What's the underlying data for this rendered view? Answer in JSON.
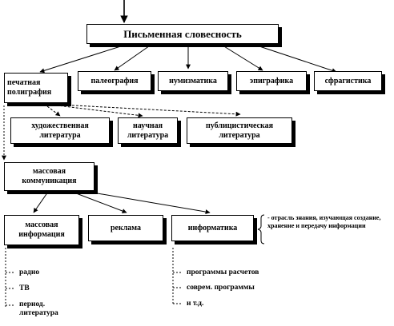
{
  "root": {
    "label": "Письменная словесность"
  },
  "level1": {
    "pechat": "печатная полиграфия",
    "paleografia": "палеография",
    "numizmatika": "нумизматика",
    "epigrafika": "эпиграфика",
    "sfragistika": "сфрагистика"
  },
  "level2": {
    "hudozh": "художественная литература",
    "nauch": "научная литература",
    "publ": "публицистическая литература"
  },
  "mass_comm": {
    "label": "массовая коммуникация"
  },
  "level3": {
    "mass_info": "массовая информация",
    "reklama": "реклама",
    "informatika": "информатика"
  },
  "informatika_note": "- отрасль знания, изучающая создание, хранение и передачу информации",
  "mass_info_items": [
    "радио",
    "ТВ",
    "период. литература"
  ],
  "informatika_items": [
    "программы расчетов",
    "соврем. программы",
    "и т.д."
  ]
}
